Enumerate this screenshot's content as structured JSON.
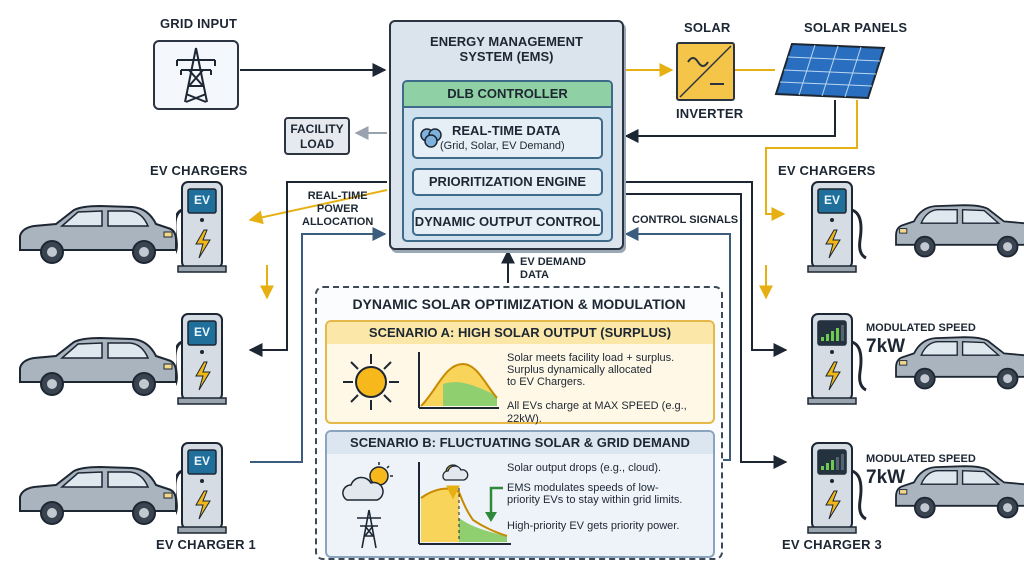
{
  "grid_input": {
    "label": "GRID INPUT"
  },
  "solar": {
    "label": "SOLAR",
    "inverter_label": "INVERTER",
    "panels_label": "SOLAR PANELS"
  },
  "ems": {
    "title_line1": "ENERGY MANAGEMENT",
    "title_line2": "SYSTEM (EMS)",
    "dlb_controller": "DLB CONTROLLER",
    "realtime_data": "REAL-TIME DATA",
    "realtime_sources": "(Grid, Solar, EV Demand)",
    "prioritization": "PRIORITIZATION ENGINE",
    "dynamic_output": "DYNAMIC OUTPUT CONTROL"
  },
  "facility_load": {
    "line1": "FACILITY",
    "line2": "LOAD"
  },
  "flow_labels": {
    "realtime_power_line1": "REAL-TIME",
    "realtime_power_line2": "POWER",
    "realtime_power_line3": "ALLOCATION",
    "control_signals": "CONTROL SIGNALS",
    "ev_demand_line1": "EV DEMAND",
    "ev_demand_line2": "DATA"
  },
  "chargers": {
    "left_group": "EV CHARGERS",
    "right_group": "EV CHARGERS",
    "charger1": "EV CHARGER 1",
    "charger3": "EV CHARGER 3",
    "ev_badge": "EV",
    "modulated_label": "MODULATED SPEED",
    "modulated_value_1": "7kW",
    "modulated_value_2": "7kW"
  },
  "optimization": {
    "title": "DYNAMIC SOLAR OPTIMIZATION & MODULATION",
    "scenario_a": {
      "title": "SCENARIO A: HIGH SOLAR OUTPUT (SURPLUS)",
      "line1": "Solar meets facility load + surplus.",
      "line2": "Surplus dynamically allocated",
      "line3": "to EV Chargers.",
      "line4": "All EVs charge at MAX SPEED (e.g., 22kW)."
    },
    "scenario_b": {
      "title": "SCENARIO B: FLUCTUATING SOLAR & GRID DEMAND",
      "line1": "Solar output drops (e.g., cloud).",
      "line2": "EMS modulates speeds of low-",
      "line3": "priority EVs to stay within grid limits.",
      "line4": "High-priority EV gets priority power."
    }
  },
  "colors": {
    "solar_flow": "#e6b012",
    "wire": "#1d2733",
    "control": "#3c5d7e",
    "facility_flow": "#9aa3ad"
  }
}
